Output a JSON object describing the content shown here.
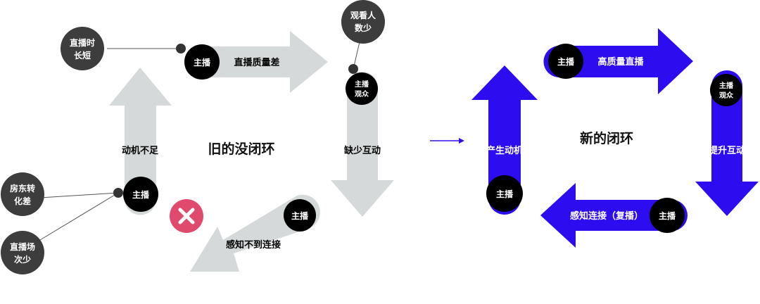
{
  "old_loop": {
    "title": "旧的没闭环",
    "arrows": {
      "top": "直播质量差",
      "right": "缺少互动",
      "bottom": "感知不到连接",
      "left": "动机不足"
    },
    "nodes": {
      "top": "主播",
      "right_line1": "主播",
      "right_line2": "观众",
      "bottom": "主播",
      "left": "主播"
    },
    "callouts": {
      "live_time_line1": "直播时",
      "live_time_line2": "长短",
      "viewers_line1": "观看人",
      "viewers_line2": "数少",
      "landlord_line1": "房东转",
      "landlord_line2": "化差",
      "live_count_line1": "直播场",
      "live_count_line2": "次少"
    },
    "colors": {
      "arrow": "#d5d9d9",
      "node": "#000000",
      "callout": "#3d3d3d",
      "cross": "#e04a6d"
    }
  },
  "new_loop": {
    "title": "新的闭环",
    "arrows": {
      "top": "高质量直播",
      "right": "提升互动",
      "bottom": "感知连接（复播）",
      "left": "产生动机"
    },
    "nodes": {
      "top": "主播",
      "right_line1": "主播",
      "right_line2": "观众",
      "bottom": "主播",
      "left": "主播"
    },
    "colors": {
      "arrow": "#2d0cf0",
      "node": "#000000"
    }
  }
}
